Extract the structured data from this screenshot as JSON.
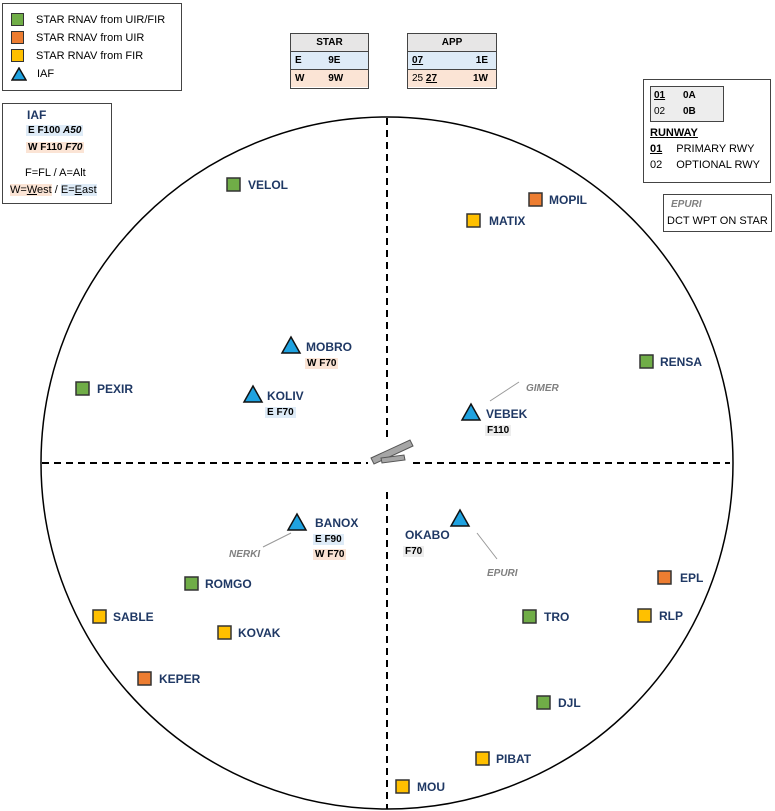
{
  "legend": {
    "items": [
      {
        "label": "STAR RNAV from UIR/FIR",
        "color": "#70ad47"
      },
      {
        "label": "STAR RNAV from UIR",
        "color": "#ed7d31"
      },
      {
        "label": "STAR RNAV from FIR",
        "color": "#ffc000"
      },
      {
        "label": "IAF",
        "color": "#1fa2e0",
        "shape": "triangle"
      }
    ]
  },
  "iaf_box": {
    "title": "IAF",
    "line1_prefix": "E F100",
    "line1_alt": "A50",
    "line2_prefix": "W F110",
    "line2_alt": "F70",
    "note1": "F=FL / A=Alt",
    "note2_w": "W=",
    "note2_w_u": "W",
    "note2_w_rest": "est",
    "note2_sep": " / ",
    "note2_e": "E=",
    "note2_e_u": "E",
    "note2_e_rest": "ast"
  },
  "star_table": {
    "header": "STAR",
    "rows": [
      {
        "dir": "E",
        "val": "9E"
      },
      {
        "dir": "W",
        "val": "9W"
      }
    ]
  },
  "app_table": {
    "header": "APP",
    "row1_rwy": "07",
    "row1_val": "1E",
    "row2_rwy_a": "25",
    "row2_rwy_b": "27",
    "row2_val": "1W"
  },
  "runway_box": {
    "inner_row1_rwy": "01",
    "inner_row1_val": "0A",
    "inner_row2_rwy": "02",
    "inner_row2_val": "0B",
    "title": "RUNWAY",
    "row1_rwy": "01",
    "row1_label": "PRIMARY RWY",
    "row2_rwy": "02",
    "row2_label": "OPTIONAL RWY"
  },
  "dct_box": {
    "wpt": "EPURI",
    "label": "DCT WPT ON STAR"
  },
  "waypoints": {
    "velol": "VELOL",
    "mopil": "MOPIL",
    "matix": "MATIX",
    "mobro": "MOBRO",
    "mobro_sub": "W F70",
    "rensa": "RENSA",
    "pexir": "PEXIR",
    "koliv": "KOLIV",
    "koliv_sub": "E F70",
    "gimer": "GIMER",
    "vebek": "VEBEK",
    "vebek_sub": "F110",
    "banox": "BANOX",
    "banox_sub1": "E F90",
    "banox_sub2": "W F70",
    "nerki": "NERKI",
    "okabo": "OKABO",
    "okabo_sub": "F70",
    "epuri": "EPURI",
    "epl": "EPL",
    "romgo": "ROMGO",
    "sable": "SABLE",
    "kovak": "KOVAK",
    "tro": "TRO",
    "rlp": "RLP",
    "keper": "KEPER",
    "djl": "DJL",
    "pibat": "PIBAT",
    "mou": "MOU"
  }
}
